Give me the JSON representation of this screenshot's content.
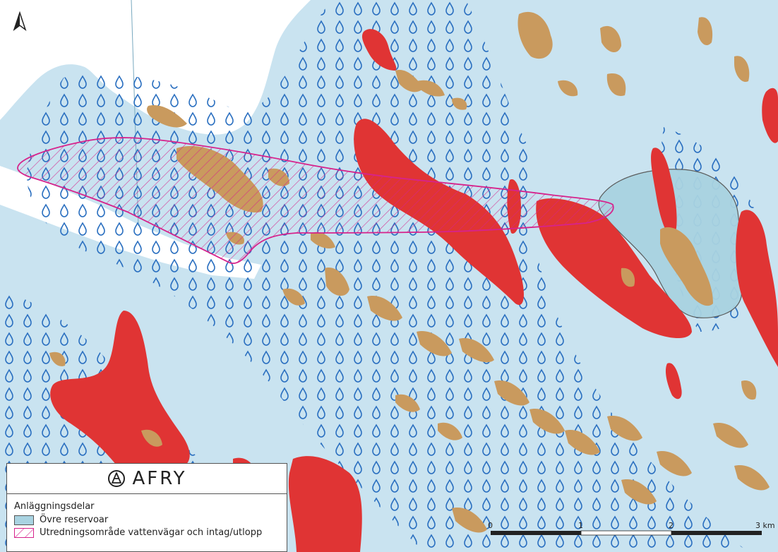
{
  "legend": {
    "logo": "AFRY",
    "heading": "Anläggningsdelar",
    "items": [
      {
        "label": "Övre reservoar",
        "color": "#a9d3e1"
      },
      {
        "label": "Utredningsområde vattenvägar och intag/utlopp",
        "color": "#d6238c"
      }
    ]
  },
  "scalebar": {
    "labels": [
      "0",
      "1",
      "2",
      "3 km"
    ]
  },
  "colors": {
    "water": "#c9e3f0",
    "land": "#ffffff",
    "rock": "#e03434",
    "bog": "#c99a5e",
    "wetland_symbol": "#2a6fc0",
    "reservoir": "#a9d3e1",
    "study_area": "#d6238c"
  },
  "icons": {
    "north_arrow": "north-arrow-icon",
    "logo": "afry-logo-icon"
  }
}
